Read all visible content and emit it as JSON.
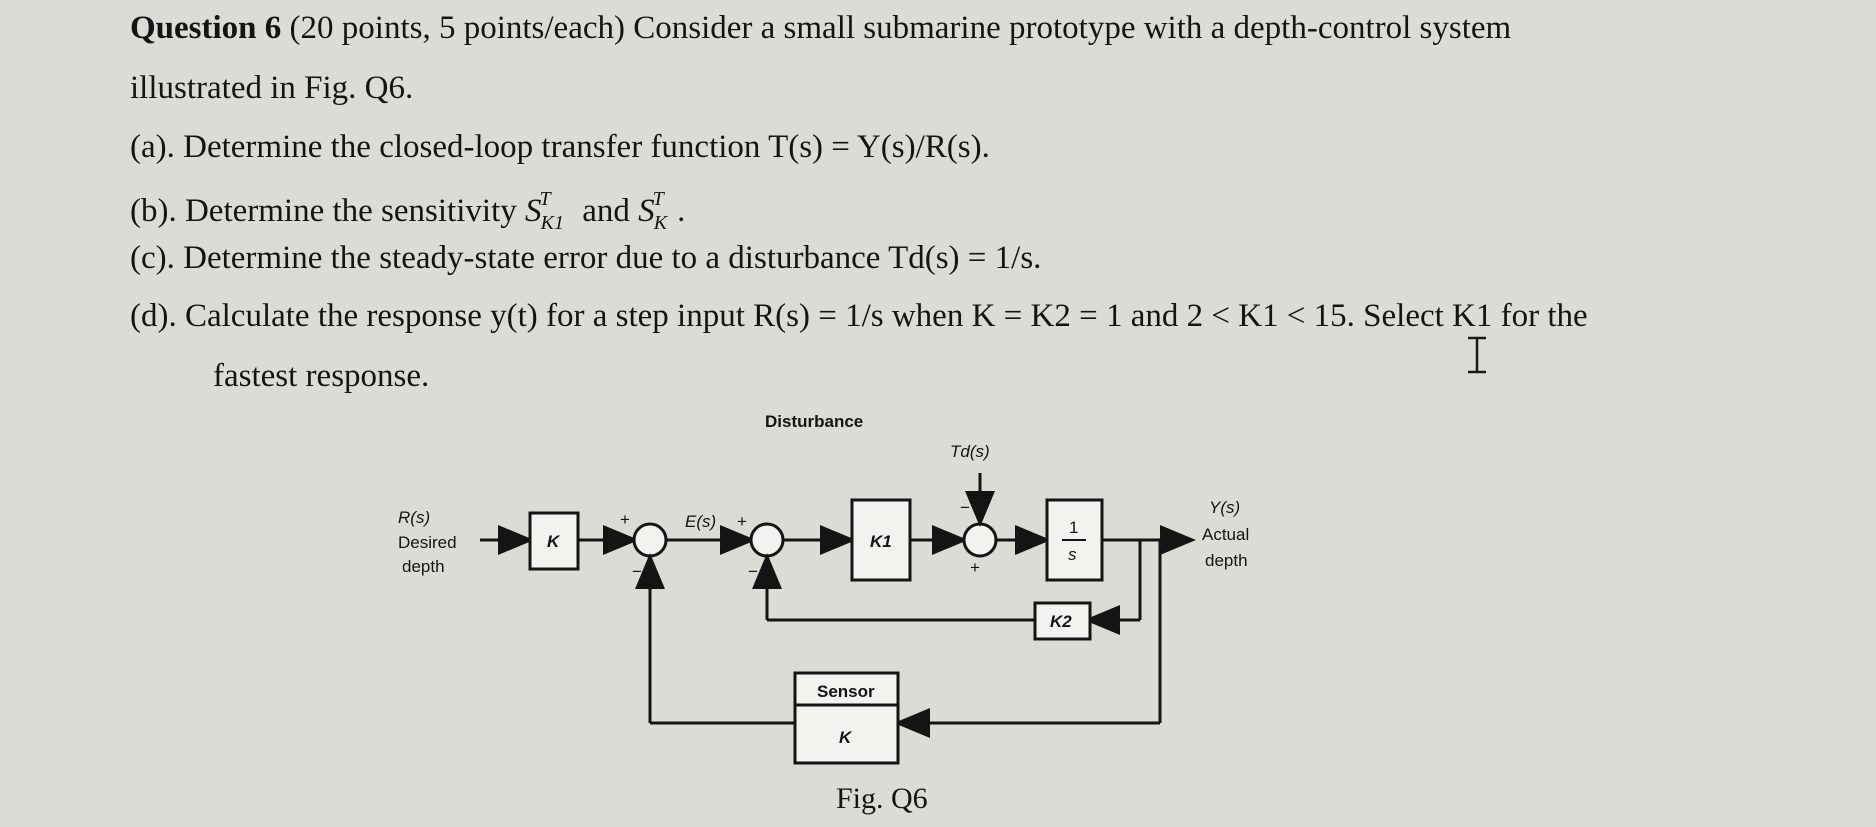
{
  "question": {
    "header": "Question 6",
    "header_rest": " (20 points, 5 points/each) Consider a small submarine prototype with a depth-control system",
    "line2": "illustrated in Fig. Q6."
  },
  "parts": {
    "a": "(a). Determine the closed-loop transfer function T(s) = Y(s)/R(s).",
    "b_prefix": "(b). Determine the sensitivity",
    "b_and": "and",
    "c": "(c). Determine the steady-state error due to a disturbance Td(s) = 1/s.",
    "d_line1": "(d). Calculate the response y(t) for a step input R(s) = 1/s when K = K2 = 1 and 2 < K1 < 15. Select K1 for the",
    "d_line2": "fastest response."
  },
  "diagram": {
    "disturbance_label": "Disturbance",
    "disturbance_sym": "Td(s)",
    "input_sym": "R(s)",
    "input_desc1": "Desired",
    "input_desc2": "depth",
    "output_sym": "Y(s)",
    "output_desc1": "Actual",
    "output_desc2": "depth",
    "error_sym": "E(s)",
    "block_k_in": "K",
    "block_k1": "K1",
    "block_integrator_num": "1",
    "block_integrator_den": "s",
    "block_k2": "K2",
    "sensor_label": "Sensor",
    "sensor_gain": "K",
    "plus": "+",
    "minus": "−"
  },
  "caption": "Fig. Q6"
}
